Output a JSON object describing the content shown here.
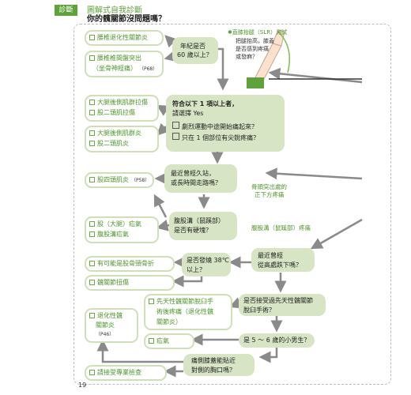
{
  "header": {
    "tag": "診斷",
    "title1": "圖解式自我診斷",
    "title2": "你的髖關節沒問題嗎？"
  },
  "page_number": "19",
  "results": {
    "r1": "腰椎退化性關節炎",
    "r2a": "腰椎椎間盤突出",
    "r2b": "（坐骨神經痛）",
    "r2p": "（P68）",
    "r3a": "大腿後側肌群拉傷",
    "r3b": "股二頭肌拉傷",
    "r4a": "大腿後側肌群炎",
    "r4b": "股二頭肌炎",
    "r5": "股四頭肌炎",
    "r5p": "（P58）",
    "r6a": "股（大腿）疝氣",
    "r6b": "腹股溝疝氣",
    "r7": "有可能是股骨頸骨折",
    "r8": "髖關節扭傷",
    "r9a": "先天性髖關節脫臼手",
    "r9b": "術後疼痛（退化性髖",
    "r9c": "關節炎）",
    "r10": "疝氣",
    "r11a": "退化性髖",
    "r11b": "關節炎",
    "r11p": "（P46）",
    "r12": "請接受專業檢查"
  },
  "questions": {
    "q1a": "年紀是否",
    "q1b": "60 歲以上？",
    "q2a": "符合以下 1 項以上者，",
    "q2b": "請選擇 Yes",
    "q2c1": "劇烈運動中途開始痛起來？",
    "q2c2": "只在 1 個部位有尖銳疼痛？",
    "q3a": "最近曾經久站，",
    "q3b": "或長時間走路嗎？",
    "q4a": "腹股溝（鼠蹊部）",
    "q4b": "是否有硬塊？",
    "q5a": "是否發燒 38℃",
    "q5b": "以上？",
    "q6a": "最近曾經",
    "q6b": "從高處跌下嗎？",
    "q7a": "是否接受過先天性髖關節",
    "q7b": "脫臼手術？",
    "q8": "是 5 ～ 6 歲的小男生？",
    "q9a": "痛側膝蓋能貼近",
    "q9b": "對側的胸口嗎？"
  },
  "notes": {
    "slr_title": "直膝抬腿（SLR）測試",
    "slr1": "把腿抬高，膝蓋",
    "slr2": "是否感到疼痛",
    "slr3": "或發麻？",
    "n1a": "骨頭突出處的",
    "n1b": "正下方疼痛",
    "n2": "腹股溝（鼠蹊部）疼痛"
  },
  "colors": {
    "accent": "#5ea33a",
    "box_fill": "#d7e5c4",
    "box_border": "#cfe0b6",
    "arrow": "#8a8a8a"
  }
}
